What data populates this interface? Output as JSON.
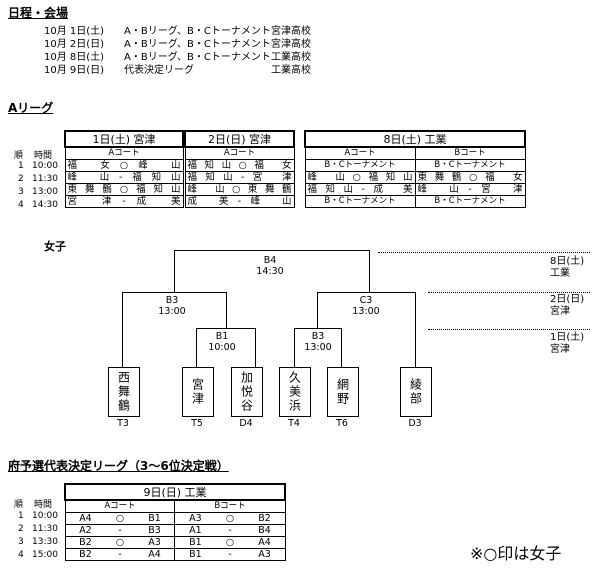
{
  "schedule": {
    "heading": "日程・会場",
    "rows": [
      {
        "date": "10月  1日(土)",
        "event": "A・Bリーグ、B・Cトーナメント",
        "venue": "宮津高校"
      },
      {
        "date": "10月  2日(日)",
        "event": "A・Bリーグ、B・Cトーナメント",
        "venue": "宮津高校"
      },
      {
        "date": "10月  8日(土)",
        "event": "A・Bリーグ、B・Cトーナメント",
        "venue": "工業高校"
      },
      {
        "date": "10月  9日(日)",
        "event": "代表決定リーグ",
        "venue": "工業高校"
      }
    ]
  },
  "league_a": {
    "heading": "Aリーグ",
    "order_header": "順",
    "time_header": "時間",
    "rounds": [
      {
        "no": "1",
        "time": "10:00"
      },
      {
        "no": "2",
        "time": "11:30"
      },
      {
        "no": "3",
        "time": "13:00"
      },
      {
        "no": "4",
        "time": "14:30"
      }
    ],
    "day1": {
      "title": "1日(土)  宮津",
      "court": "Aコート",
      "matches": [
        "福  女○峰  山",
        "峰  山-福知山",
        "東舞鶴○福知山",
        "宮  津-成  美"
      ]
    },
    "day2": {
      "title": "2日(日)  宮津",
      "court": "Aコート",
      "matches": [
        "福知山○福  女",
        "福知山-宮  津",
        "峰  山○東舞鶴",
        "成  美-峰  山"
      ]
    },
    "day8": {
      "title": "8日(土)  工業",
      "court_a": "Aコート",
      "court_b": "Bコート",
      "matches_a": [
        "B・Cトーナメント",
        "峰  山○福知山",
        "福知山-成  美",
        "B・Cトーナメント"
      ],
      "matches_b": [
        "B・Cトーナメント",
        "東舞鶴○福  女",
        "峰  山-宮  津",
        "B・Cトーナメント"
      ]
    }
  },
  "bracket": {
    "heading": "女子",
    "final": {
      "id": "B4",
      "time": "14:30"
    },
    "semi_left": {
      "id": "B3",
      "time": "13:00"
    },
    "semi_right": {
      "id": "C3",
      "time": "13:00"
    },
    "q_left": {
      "id": "B1",
      "time": "10:00"
    },
    "q_right": {
      "id": "B3",
      "time": "13:00"
    },
    "teams": [
      {
        "name": "西舞鶴",
        "code": "T3"
      },
      {
        "name": "宮津",
        "code": "T5"
      },
      {
        "name": "加悦谷",
        "code": "D4"
      },
      {
        "name": "久美浜",
        "code": "T4"
      },
      {
        "name": "網野",
        "code": "T6"
      },
      {
        "name": "綾部",
        "code": "D3"
      }
    ],
    "day_labels": [
      {
        "date": "8日(土)",
        "venue": "工業"
      },
      {
        "date": "2日(日)",
        "venue": "宮津"
      },
      {
        "date": "1日(土)",
        "venue": "宮津"
      }
    ]
  },
  "final_league": {
    "heading": "府予選代表決定リーグ（3～6位決定戦）",
    "title": "9日(日)  工業",
    "court_a": "Aコート",
    "court_b": "Bコート",
    "rounds": [
      {
        "no": "1",
        "time": "10:00",
        "a": [
          "A4",
          "○",
          "B1"
        ],
        "b": [
          "A3",
          "○",
          "B2"
        ]
      },
      {
        "no": "2",
        "time": "11:30",
        "a": [
          "A2",
          "-",
          "B3"
        ],
        "b": [
          "A1",
          "-",
          "B4"
        ]
      },
      {
        "no": "3",
        "time": "13:30",
        "a": [
          "B2",
          "○",
          "A3"
        ],
        "b": [
          "B1",
          "○",
          "A4"
        ]
      },
      {
        "no": "4",
        "time": "15:00",
        "a": [
          "B2",
          "-",
          "A4"
        ],
        "b": [
          "B1",
          "-",
          "A3"
        ]
      }
    ]
  },
  "footnote": "※○印は女子"
}
